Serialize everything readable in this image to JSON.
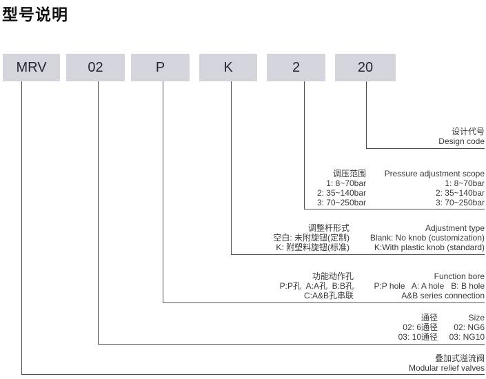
{
  "title": "型号说明",
  "model_boxes": [
    "MRV",
    "02",
    "P",
    "K",
    "2",
    "20"
  ],
  "blocks": {
    "design_code": {
      "cn": "设计代号",
      "en": "Design code"
    },
    "pressure": {
      "header": {
        "cn": "调压范围",
        "en": "Pressure adjustment scope"
      },
      "rows": [
        {
          "cn": "1: 8~70bar",
          "en": "1: 8~70bar"
        },
        {
          "cn": "2: 35~140bar",
          "en": "2: 35~140bar"
        },
        {
          "cn": "3: 70~250bar",
          "en": "3: 70~250bar"
        }
      ]
    },
    "adjustment": {
      "header": {
        "cn": "调整杆形式",
        "en": "Adjustment type"
      },
      "rows": [
        {
          "cn": "空白: 未附旋钮(定制)",
          "en": "Blank: No knob (customization)"
        },
        {
          "cn": "K: 附塑料旋钮(标准)",
          "en": "K:With plastic knob (standard)"
        }
      ]
    },
    "function_bore": {
      "header": {
        "cn": "功能动作孔",
        "en": "Function bore"
      },
      "rows": [
        {
          "cn": "P:P孔  A:A孔  B:B孔",
          "en": "P:P hole   A: A hole   B: B hole"
        },
        {
          "cn": "C:A&B孔串联",
          "en": "A&B series connection"
        }
      ]
    },
    "size": {
      "header": {
        "cn": "通径",
        "en": "Size"
      },
      "rows": [
        {
          "cn": "02: 6通径",
          "en": "02: NG6"
        },
        {
          "cn": "03: 10通径",
          "en": "03: NG10"
        }
      ]
    },
    "product": {
      "cn": "叠加式溢流阀",
      "en": "Modular relief valves"
    }
  },
  "colors": {
    "box_fill": "#d3d4dc",
    "box_text": "#26262e",
    "line": "#4c4c4c",
    "text": "#383838",
    "title": "#111111"
  }
}
